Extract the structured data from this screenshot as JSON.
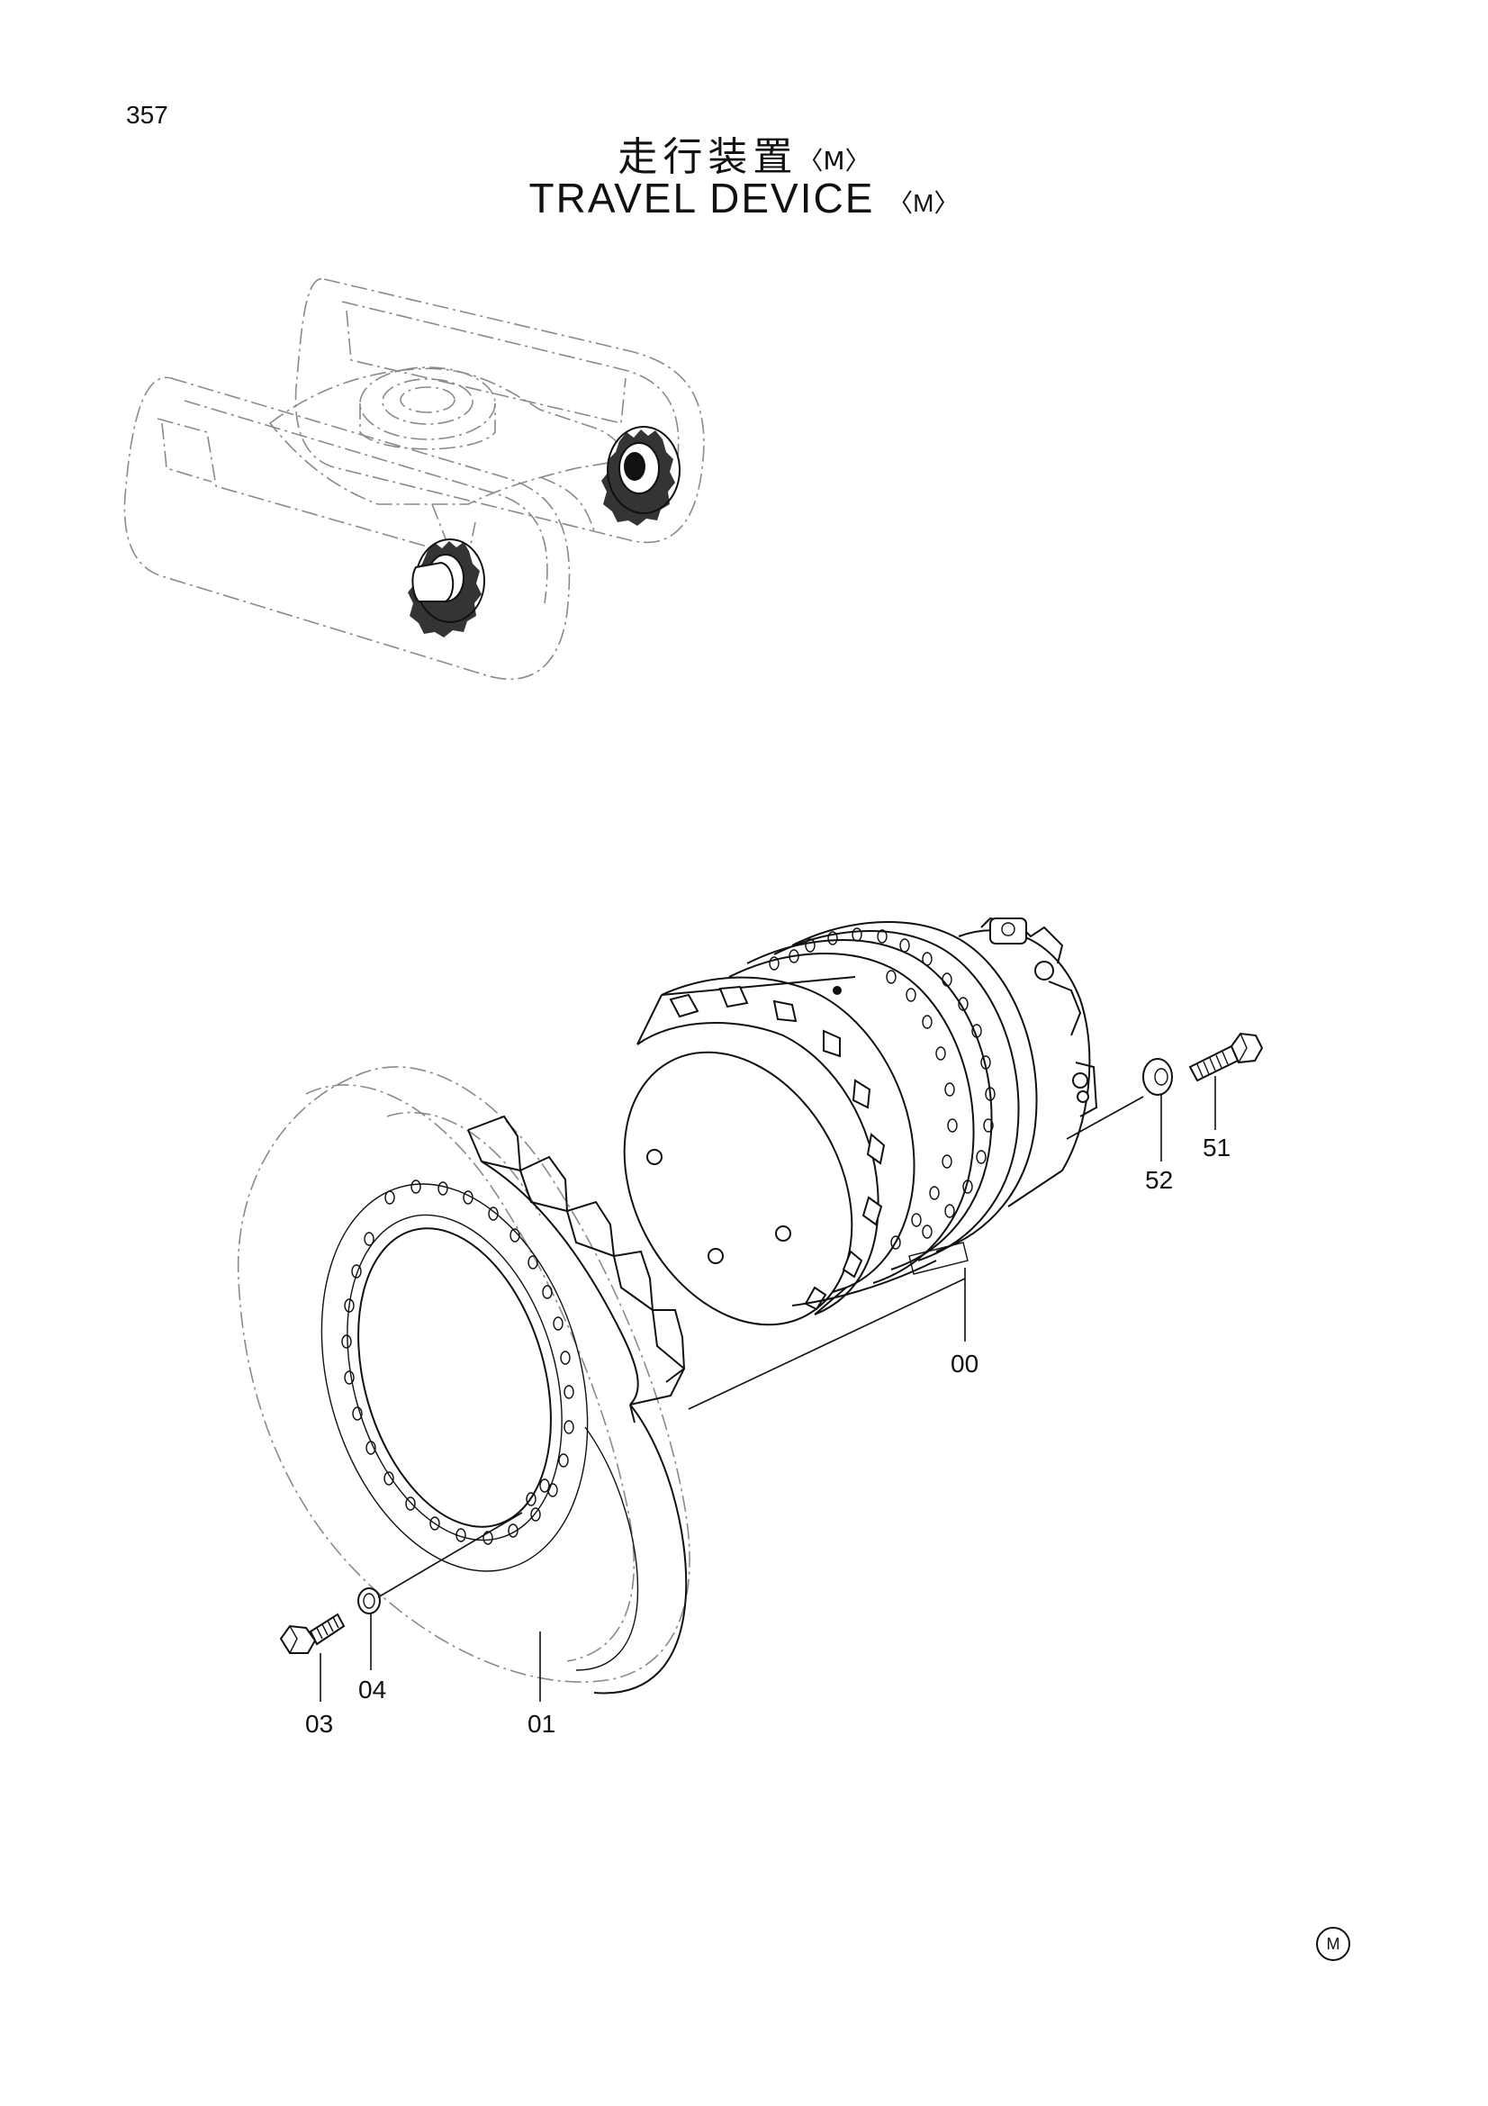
{
  "page": {
    "number": "357",
    "title_jp": "走行装置",
    "title_en": "TRAVEL DEVICE",
    "model_suffix": "〈M〉",
    "corner_mark": "M"
  },
  "callouts": [
    {
      "id": "00",
      "label": "00"
    },
    {
      "id": "01",
      "label": "01"
    },
    {
      "id": "03",
      "label": "03"
    },
    {
      "id": "04",
      "label": "04"
    },
    {
      "id": "51",
      "label": "51"
    },
    {
      "id": "52",
      "label": "52"
    }
  ]
}
